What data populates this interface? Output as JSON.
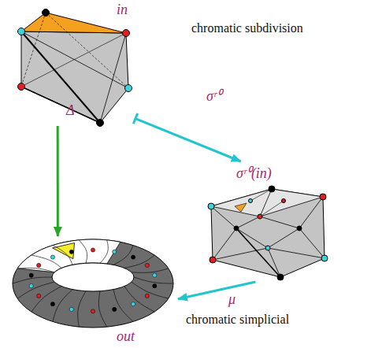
{
  "diagram": {
    "nodes": [
      {
        "text": [
          "in"
        ]
      },
      {
        "text": [
          "σʳ⁰(in)"
        ]
      },
      {
        "text": [
          "out"
        ]
      }
    ],
    "edges": [
      {
        "from": 0,
        "to": 1,
        "arrow": "to",
        "label": "σʳ⁰"
      },
      {
        "from": 1,
        "to": 2,
        "arrow": "to",
        "label": "μ"
      },
      {
        "from": 0,
        "to": 2,
        "arrow": "to",
        "label": "Δ"
      }
    ],
    "labels": [
      "chromatic subdivision",
      "chromatic simplicial"
    ]
  }
}
